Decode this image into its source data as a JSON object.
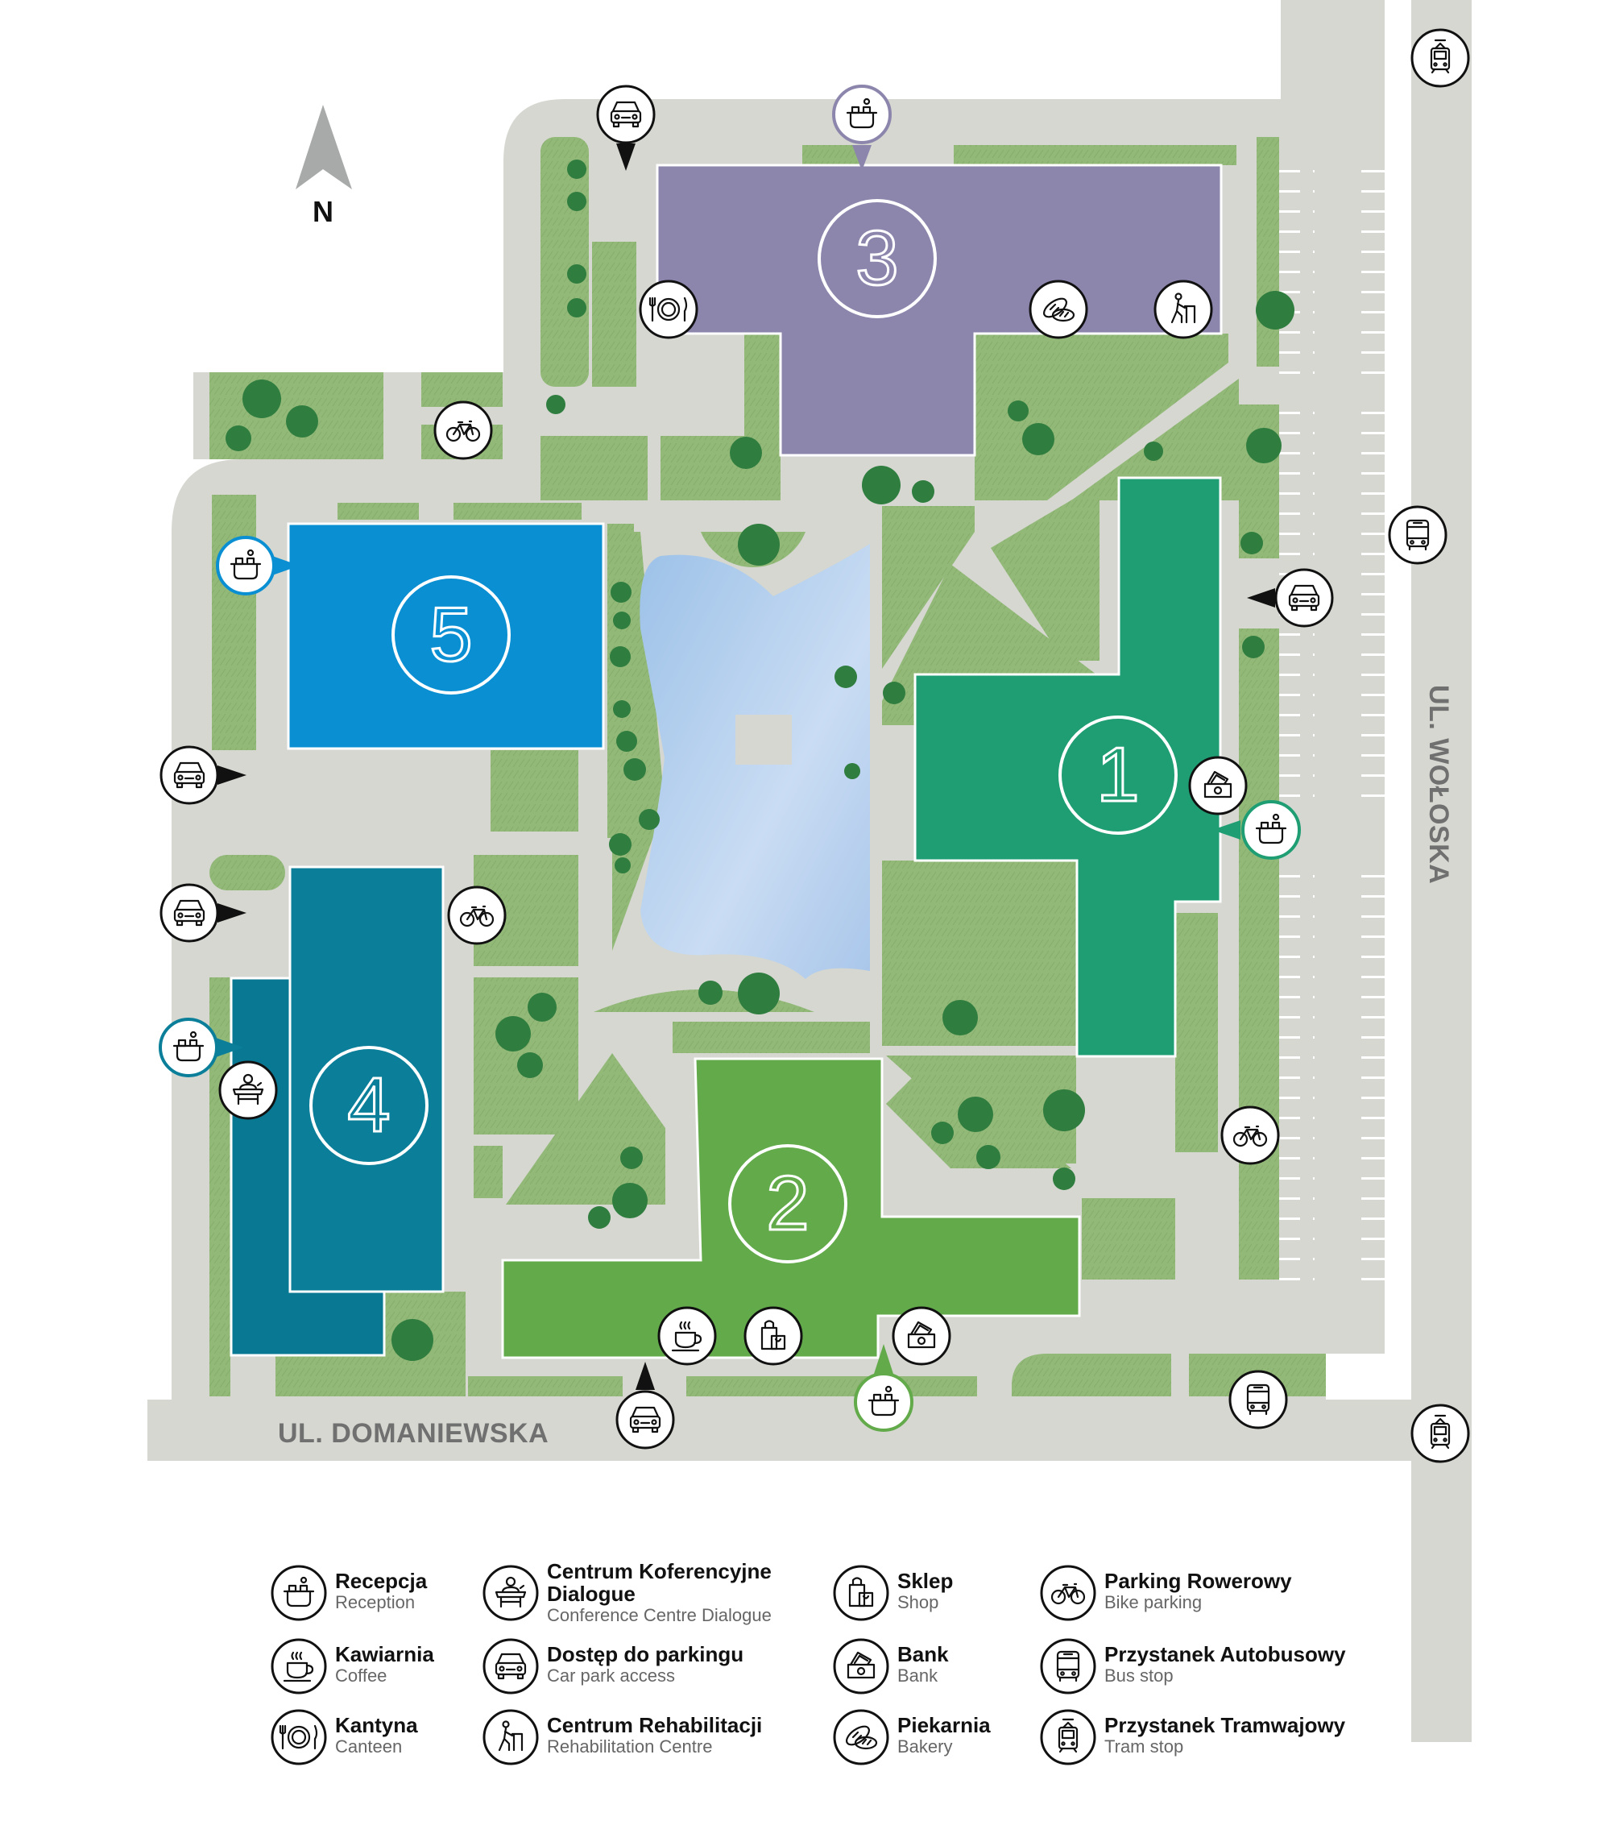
{
  "map": {
    "north_label": "N",
    "streets": {
      "south": "UL. DOMANIEWSKA",
      "east": "UL. WOŁOSKA"
    },
    "buildings": [
      {
        "number": "1",
        "color": "#1f9e74"
      },
      {
        "number": "2",
        "color": "#62aa4a"
      },
      {
        "number": "3",
        "color": "#8c86ad"
      },
      {
        "number": "4",
        "color": "#0b7f9a"
      },
      {
        "number": "5",
        "color": "#0a8fd3"
      }
    ]
  },
  "legend": {
    "items": [
      {
        "icon": "reception-icon",
        "title": "Recepcja",
        "subtitle": "Reception"
      },
      {
        "icon": "coffee-icon",
        "title": "Kawiarnia",
        "subtitle": "Coffee"
      },
      {
        "icon": "canteen-icon",
        "title": "Kantyna",
        "subtitle": "Canteen"
      },
      {
        "icon": "conference-icon",
        "title": "Centrum Koferencyjne Dialogue",
        "subtitle": "Conference Centre Dialogue"
      },
      {
        "icon": "car-icon",
        "title": "Dostęp do parkingu",
        "subtitle": "Car park access"
      },
      {
        "icon": "rehabilitation-icon",
        "title": "Centrum Rehabilitacji",
        "subtitle": "Rehabilitation Centre"
      },
      {
        "icon": "shop-icon",
        "title": "Sklep",
        "subtitle": "Shop"
      },
      {
        "icon": "bank-icon",
        "title": "Bank",
        "subtitle": "Bank"
      },
      {
        "icon": "bakery-icon",
        "title": "Piekarnia",
        "subtitle": "Bakery"
      },
      {
        "icon": "bike-icon",
        "title": "Parking Rowerowy",
        "subtitle": "Bike parking"
      },
      {
        "icon": "bus-icon",
        "title": "Przystanek Autobusowy",
        "subtitle": "Bus stop"
      },
      {
        "icon": "tram-icon",
        "title": "Przystanek Tramwajowy",
        "subtitle": "Tram stop"
      }
    ]
  }
}
